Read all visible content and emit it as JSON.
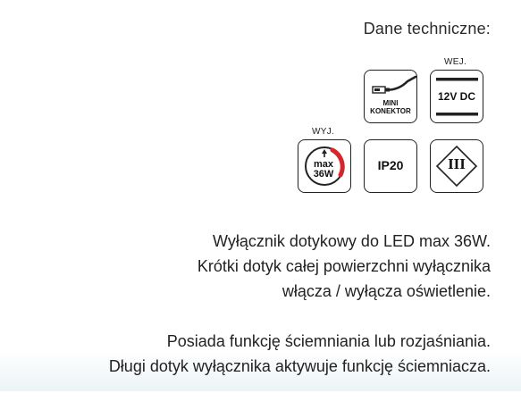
{
  "heading": "Dane techniczne:",
  "icons": {
    "input_tag": "WEJ.",
    "output_tag": "WYJ.",
    "mini_connector": {
      "line1": "MINI",
      "line2": "KONEKTOR"
    },
    "voltage": "12V DC",
    "power": {
      "line1": "max",
      "line2": "36W"
    },
    "ip_rating": "IP20",
    "protection_class": "III"
  },
  "description": {
    "paragraph1": [
      "Wyłącznik dotykowy do LED max 36W.",
      "Krótki dotyk całej powierzchni wyłącznika",
      "włącza / wyłącza oświetlenie."
    ],
    "paragraph2": [
      "Posiada funkcję ściemniania lub rozjaśniania.",
      "Długi dotyk wyłącznika aktywuje funkcję ściemniacza."
    ]
  },
  "colors": {
    "accent_red": "#d7262b",
    "text": "#222222",
    "band": "#ecf4f6"
  }
}
